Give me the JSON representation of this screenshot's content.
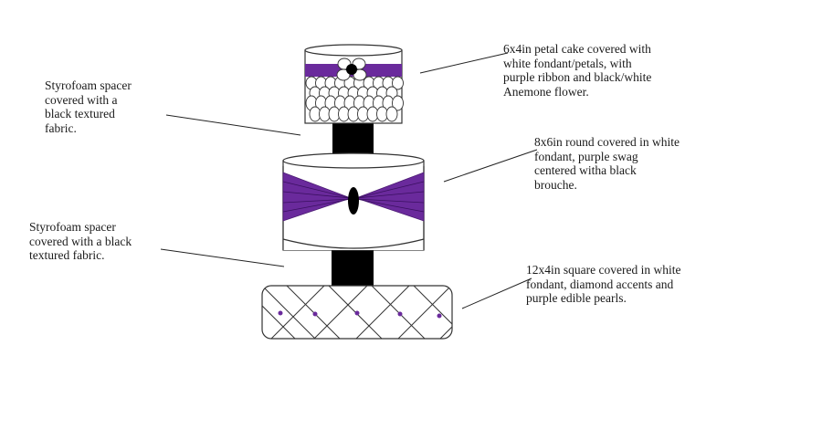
{
  "colors": {
    "purple": "#6a2a9c",
    "purple_dark": "#4b1a72",
    "black": "#000000",
    "white": "#ffffff",
    "outline": "#333333"
  },
  "tiers": {
    "top_cake": {
      "label": "6x4in petal cake covered with\nwhite fondant/petals, with\npurple ribbon and black/white\nAnemone flower.",
      "decoration": "anemone-flower"
    },
    "top_spacer": {
      "label": "Styrofoam spacer\ncovered with a\nblack textured\nfabric."
    },
    "middle_cake": {
      "label": "8x6in round covered in white\nfondant, purple swag\ncentered witha  black\nbrouche.",
      "decoration": "brooch"
    },
    "bottom_spacer": {
      "label": "Styrofoam spacer\ncovered with a black\ntextured fabric."
    },
    "bottom_cake": {
      "label": "12x4in square covered in white\nfondant, diamond accents and\npurple edible pearls.",
      "decoration": "pearls"
    }
  }
}
